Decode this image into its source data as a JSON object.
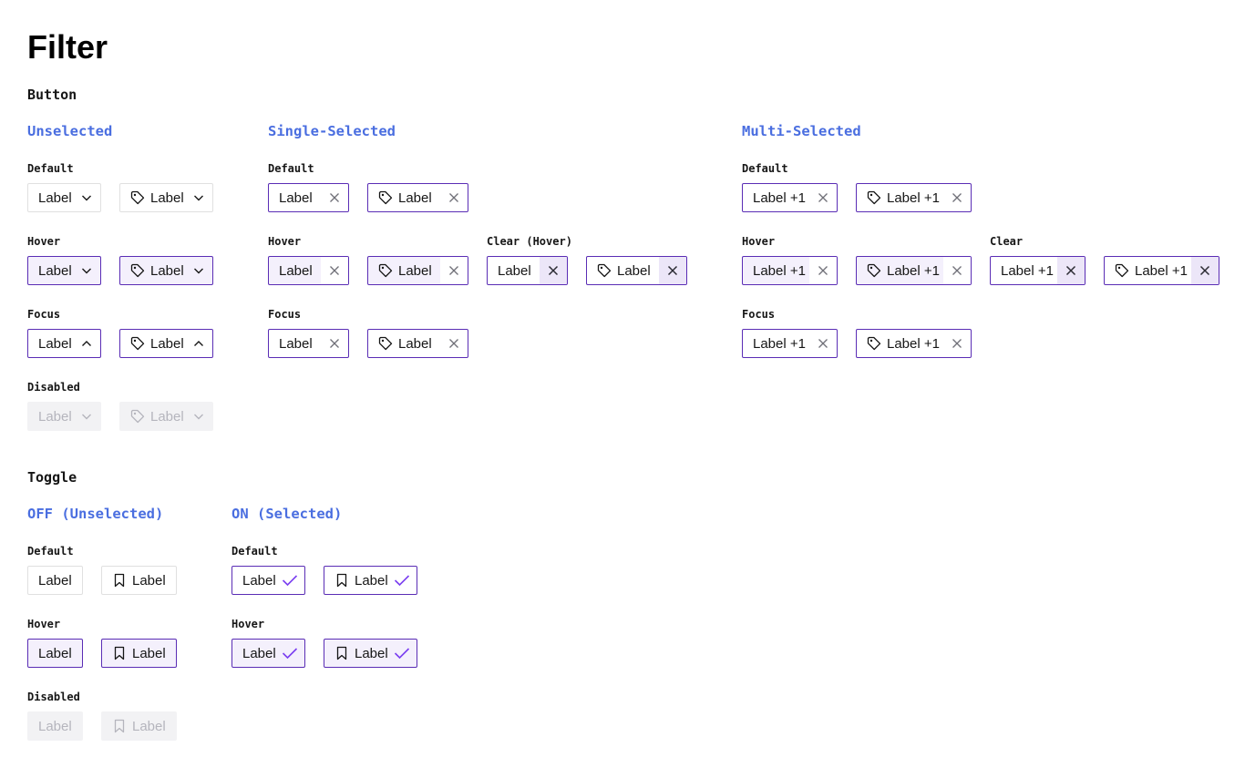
{
  "page": {
    "title": "Filter"
  },
  "button": {
    "heading": "Button",
    "unselected": "Unselected",
    "single_selected": "Single-Selected",
    "multi_selected": "Multi-Selected",
    "states": {
      "default": "Default",
      "hover": "Hover",
      "focus": "Focus",
      "disabled": "Disabled",
      "clear_hover": "Clear (Hover)",
      "clear": "Clear"
    }
  },
  "toggle": {
    "heading": "Toggle",
    "off": "OFF (Unselected)",
    "on": "ON (Selected)",
    "states": {
      "default": "Default",
      "hover": "Hover",
      "disabled": "Disabled"
    }
  },
  "chip_label": "Label",
  "multi_label": "Label +1",
  "icons": {
    "tag": "tag-icon",
    "bookmark": "bookmark-icon",
    "chevron_down": "chevron-down-icon",
    "chevron_up": "chevron-up-icon",
    "close": "close-icon",
    "check": "checkmark-icon"
  },
  "colors": {
    "accent": "#5a2db5",
    "heading_blue": "#4a6ee0",
    "hover_bg": "#f4f0fc",
    "disabled_bg": "#f2f2f4",
    "disabled_text": "#b5b5bd",
    "check": "#7a3ef0"
  }
}
